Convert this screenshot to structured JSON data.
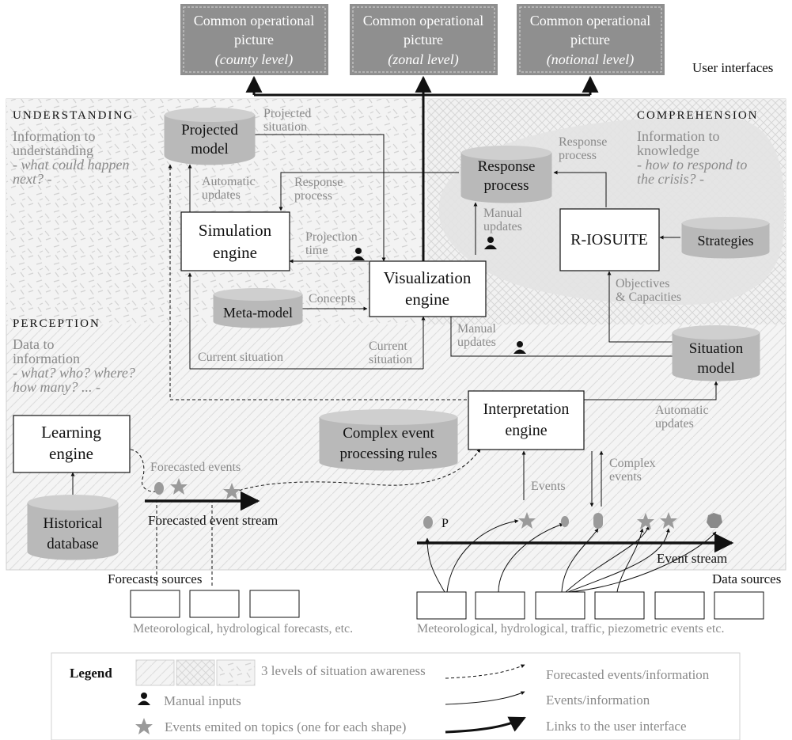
{
  "cop_boxes": [
    {
      "line1": "Common operational",
      "line2": "picture",
      "line3": "(county level)"
    },
    {
      "line1": "Common operational",
      "line2": "picture",
      "line3": "(zonal level)"
    },
    {
      "line1": "Common operational",
      "line2": "picture",
      "line3": "(notional level)"
    }
  ],
  "user_interfaces_label": "User interfaces",
  "levels": {
    "understanding": {
      "title": "UNDERSTANDING",
      "line1": "Information to",
      "line2": "understanding",
      "line3": "- what could happen",
      "line4": "next? -"
    },
    "comprehension": {
      "title": "COMPREHENSION",
      "line1": "Information to",
      "line2": "knowledge",
      "line3": "- how to respond to",
      "line4": "the crisis? -"
    },
    "perception": {
      "title": "PERCEPTION",
      "line1": "Data to",
      "line2": "information",
      "line3": "- what? who? where?",
      "line4": "how many? ... -"
    }
  },
  "nodes": {
    "projected_model": {
      "line1": "Projected",
      "line2": "model"
    },
    "response_process": {
      "line1": "Response",
      "line2": "process"
    },
    "simulation_engine": {
      "line1": "Simulation",
      "line2": "engine"
    },
    "r_iosuite": {
      "line1": "R-IOSUITE"
    },
    "strategies": {
      "line1": "Strategies"
    },
    "visualization_engine": {
      "line1": "Visualization",
      "line2": "engine"
    },
    "meta_model": {
      "line1": "Meta-model"
    },
    "situation_model": {
      "line1": "Situation",
      "line2": "model"
    },
    "interpretation_engine": {
      "line1": "Interpretation",
      "line2": "engine"
    },
    "cep_rules": {
      "line1": "Complex event",
      "line2": "processing rules"
    },
    "learning_engine": {
      "line1": "Learning",
      "line2": "engine"
    },
    "historical_database": {
      "line1": "Historical",
      "line2": "database"
    }
  },
  "edge_labels": {
    "projected_situation": {
      "line1": "Projected",
      "line2": "situation"
    },
    "automatic_updates_sim": {
      "line1": "Automatic",
      "line2": "updates"
    },
    "response_process_edge": {
      "line1": "Response",
      "line2": "process"
    },
    "response_process_top": {
      "line1": "Response",
      "line2": "process"
    },
    "manual_updates_resp": {
      "line1": "Manual",
      "line2": "updates"
    },
    "projection_time": {
      "line1": "Projection",
      "line2": "time"
    },
    "concepts": "Concepts",
    "objectives": {
      "line1": "Objectives",
      "line2": "& Capacities"
    },
    "manual_updates_sit": {
      "line1": "Manual",
      "line2": "updates"
    },
    "current_situation_left": "Current situation",
    "current_situation_mid": {
      "line1": "Current",
      "line2": "situation"
    },
    "automatic_updates_sit": {
      "line1": "Automatic",
      "line2": "updates"
    },
    "forecasted_events": "Forecasted events",
    "events": "Events",
    "complex_events": {
      "line1": "Complex",
      "line2": "events"
    },
    "p_marker": "P"
  },
  "streams": {
    "forecasted": "Forecasted event stream",
    "event": "Event stream"
  },
  "sources": {
    "forecasts_title": "Forecasts sources",
    "forecasts_caption": "Meteorological, hydrological forecasts, etc.",
    "data_title": "Data sources",
    "data_caption": "Meteorological, hydrological, traffic, piezometric events etc."
  },
  "legend": {
    "title": "Legend",
    "levels": "3 levels of situation awareness",
    "manual_inputs": "Manual inputs",
    "events_topics": "Events emited on topics (one for each shape)",
    "forecasted": "Forecasted events/information",
    "events_info": "Events/information",
    "ui_links": "Links to the user interface"
  },
  "colors": {
    "node_fill": "#b9b9b9",
    "cop_fill": "#8f8f8f",
    "gray_text": "#8a8a8a",
    "dark": "#111111"
  }
}
